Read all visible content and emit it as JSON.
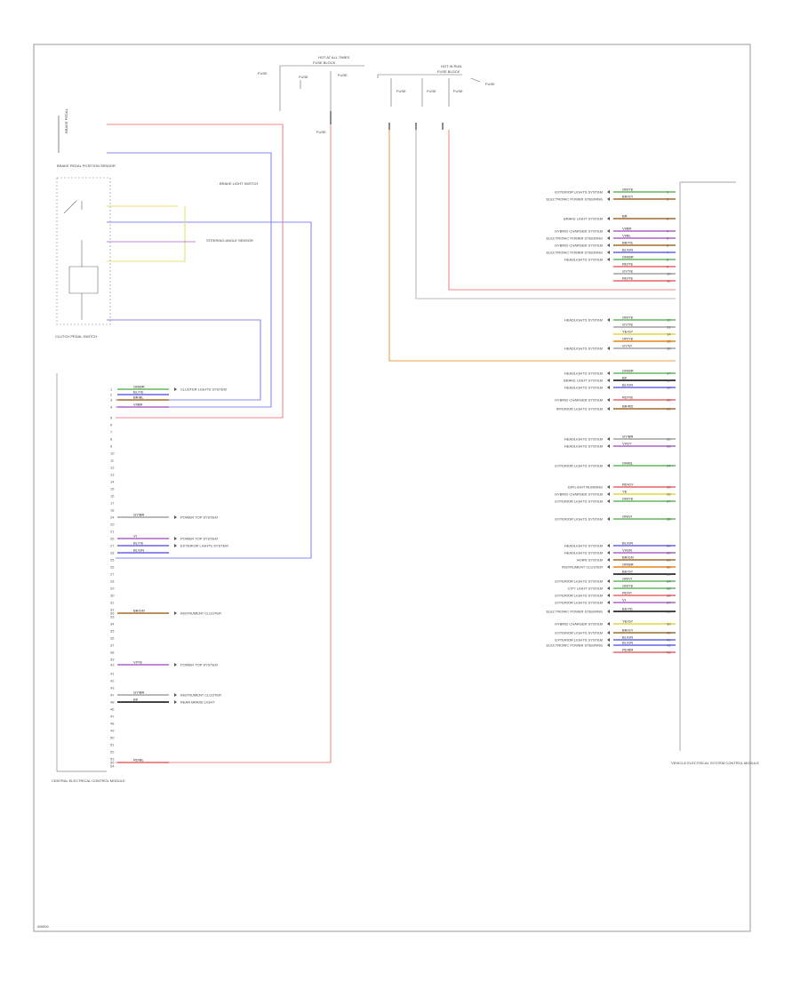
{
  "footer_code": "W0000",
  "diagram": {
    "fuse_left": {
      "header_top": "HOT AT ALL TIMES",
      "header_sub": "FUSE BLOCK",
      "branch_labels": [
        "FUSE",
        "FUSE",
        "FUSE"
      ],
      "fuse_label": "FUSE"
    },
    "fuse_right": {
      "header_top": "HOT IN RUN",
      "header_sub": "FUSE BLOCK",
      "side_label": "FUSE",
      "fuse_labels": [
        "FUSE",
        "FUSE",
        "FUSE"
      ]
    },
    "left_module": {
      "top_component": "BRAKE PEDAL",
      "switch_label": "BRAKE PEDAL POSITION SENSOR",
      "ground_note": "BRAKE LIGHT SWITCH",
      "sensor_label": "STEERING ANGLE SENSOR",
      "module_caption": "CLUTCH PEDAL SWITCH",
      "unit_caption": "CENTRAL ELECTRICAL CONTROL MODULE"
    },
    "right_module": {
      "caption": "VEHICLE ELECTRICAL SYSTEM CONTROL MODULE"
    },
    "left_connector_rows": [
      {
        "pin": "1",
        "wire": "GN/BR",
        "dest": "CLUSTER LIGHTS SYSTEM"
      },
      {
        "pin": "2",
        "wire": "BL/YE",
        "dest": ""
      },
      {
        "pin": "3",
        "wire": "BR/BL",
        "dest": ""
      },
      {
        "pin": "4",
        "wire": "VI/BR",
        "dest": ""
      },
      {
        "pin": "24",
        "wire": "GY/BR",
        "dest": "POWER TOP SYSTEM"
      },
      {
        "pin": "26",
        "wire": "VI",
        "dest": "POWER TOP SYSTEM"
      },
      {
        "pin": "27",
        "wire": "BL/YE",
        "dest": "EXTERIOR LIGHTS SYSTEM"
      },
      {
        "pin": "28",
        "wire": "BL/GN",
        "dest": ""
      },
      {
        "pin": "36",
        "wire": "BR/GN",
        "dest": "INSTRUMENT CLUSTER"
      },
      {
        "pin": "43",
        "wire": "VI/YE",
        "dest": "POWER TOP SYSTEM"
      },
      {
        "pin": "47",
        "wire": "GY/BR",
        "dest": "INSTRUMENT CLUSTER"
      },
      {
        "pin": "48",
        "wire": "BK",
        "dest": "REAR BRAKE LIGHT"
      },
      {
        "pin": "55",
        "wire": "RD/BL",
        "dest": ""
      }
    ],
    "right_connector_rows": [
      {
        "pin": "1",
        "wire": "GN/YE",
        "dest": "EXTERIOR LIGHTS SYSTEM"
      },
      {
        "pin": "2",
        "wire": "BR/GY",
        "dest": "ELECTRONIC POWER STEERING"
      },
      {
        "pin": "3",
        "wire": "BR",
        "dest": "BRAKE LIGHT SYSTEM"
      },
      {
        "pin": "4",
        "wire": "VI/BR",
        "dest": "HYBRID CHARGER SYSTEM"
      },
      {
        "pin": "5",
        "wire": "VI/BL",
        "dest": "ELECTRONIC POWER STEERING"
      },
      {
        "pin": "6",
        "wire": "BR/YE",
        "dest": "HYBRID CHARGER SYSTEM"
      },
      {
        "pin": "7",
        "wire": "BL/GN",
        "dest": "ELECTRONIC POWER STEERING"
      },
      {
        "pin": "8",
        "wire": "GN/BR",
        "dest": "HEADLIGHTS SYSTEM"
      },
      {
        "pin": "9",
        "wire": "RD/YE",
        "dest": ""
      },
      {
        "pin": "10",
        "wire": "GY/YE",
        "dest": ""
      },
      {
        "pin": "11",
        "wire": "RD/YE",
        "dest": ""
      },
      {
        "pin": "12",
        "wire": "GN/YE",
        "dest": "HEADLIGHTS SYSTEM"
      },
      {
        "pin": "13",
        "wire": "GY/YE",
        "dest": ""
      },
      {
        "pin": "14",
        "wire": "YE/GY",
        "dest": ""
      },
      {
        "pin": "15",
        "wire": "OR/YE",
        "dest": ""
      },
      {
        "pin": "16",
        "wire": "GY/VI",
        "dest": "HEADLIGHTS SYSTEM"
      },
      {
        "pin": "17",
        "wire": "GN/BR",
        "dest": "HEADLIGHTS SYSTEM"
      },
      {
        "pin": "18",
        "wire": "BK",
        "dest": "BRAKE LIGHT SYSTEM"
      },
      {
        "pin": "19",
        "wire": "BL/GN",
        "dest": "HEADLIGHTS SYSTEM"
      },
      {
        "pin": "20",
        "wire": "RD/YE",
        "dest": "HYBRID CHARGER SYSTEM"
      },
      {
        "pin": "21",
        "wire": "BR/RD",
        "dest": "INTERIOR LIGHTS SYSTEM"
      },
      {
        "pin": "22",
        "wire": "GY/BR",
        "dest": "HEADLIGHTS SYSTEM"
      },
      {
        "pin": "23",
        "wire": "VI/GY",
        "dest": "HEADLIGHTS SYSTEM"
      },
      {
        "pin": "24",
        "wire": "GN/BL",
        "dest": "EXTERIOR LIGHTS SYSTEM"
      },
      {
        "pin": "25",
        "wire": "RD/GY",
        "dest": "DAYLIGHT RUNNING"
      },
      {
        "pin": "26",
        "wire": "YE",
        "dest": "HYBRID CHARGER SYSTEM"
      },
      {
        "pin": "27",
        "wire": "GN/YE",
        "dest": "EXTERIOR LIGHTS SYSTEM"
      },
      {
        "pin": "28",
        "wire": "GN/VI",
        "dest": "EXTERIOR LIGHTS SYSTEM"
      },
      {
        "pin": "29",
        "wire": "BL/GN",
        "dest": "HEADLIGHTS SYSTEM"
      },
      {
        "pin": "30",
        "wire": "VI/GN",
        "dest": "HEADLIGHTS SYSTEM"
      },
      {
        "pin": "31",
        "wire": "BR/GN",
        "dest": "HORN SYSTEM"
      },
      {
        "pin": "32",
        "wire": "OR/BR",
        "dest": "INSTRUMENT CLUSTER"
      },
      {
        "pin": "33",
        "wire": "BK/GY",
        "dest": ""
      },
      {
        "pin": "34",
        "wire": "GN/VI",
        "dest": "EXTERIOR LIGHTS SYSTEM"
      },
      {
        "pin": "35",
        "wire": "GN/YE",
        "dest": "CITY LIGHT SYSTEM"
      },
      {
        "pin": "36",
        "wire": "RD/VI",
        "dest": "EXTERIOR LIGHTS SYSTEM"
      },
      {
        "pin": "37",
        "wire": "VI",
        "dest": "EXTERIOR LIGHTS SYSTEM"
      },
      {
        "pin": "38",
        "wire": "BK/YE",
        "dest": "ELECTRONIC POWER STEERING"
      },
      {
        "pin": "39",
        "wire": "YE/GY",
        "dest": "HYBRID CHARGER SYSTEM"
      },
      {
        "pin": "40",
        "wire": "BR/GY",
        "dest": "EXTERIOR LIGHTS SYSTEM"
      },
      {
        "pin": "41",
        "wire": "BL/GN",
        "dest": "EXTERIOR LIGHTS SYSTEM"
      },
      {
        "pin": "42",
        "wire": "BL/GN",
        "dest": "ELECTRONIC POWER STEERING"
      },
      {
        "pin": "43",
        "wire": "RD/BR",
        "dest": ""
      }
    ]
  },
  "colors": {
    "red": "#f08a8a",
    "blue": "#8a8af0",
    "orange": "#f0a050",
    "yellow": "#e8e070",
    "violet": "#c08ad8",
    "green": "#8ac88a",
    "gray": "#b8b8b8",
    "frame": "#999999",
    "text": "#444444"
  }
}
